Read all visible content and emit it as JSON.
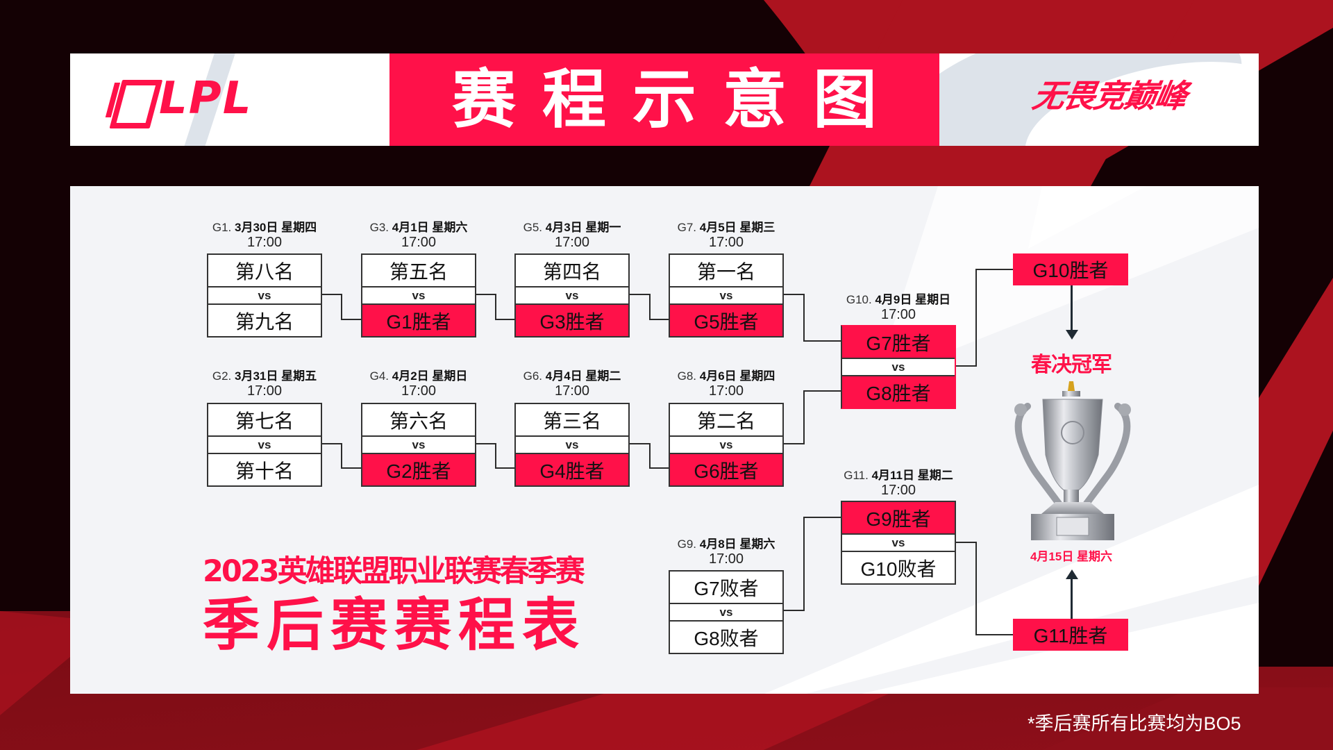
{
  "header": {
    "logo_text": "LPL",
    "title": "赛程示意图",
    "slogan": "无畏竞巅峰"
  },
  "colors": {
    "accent": "#ff1149",
    "background_dark": "#120003",
    "background_red": "#ac131f",
    "panel": "#f3f4f7",
    "line": "#2b2b2b"
  },
  "matches": {
    "g1": {
      "id": "G1.",
      "date": "3月30日 星期四",
      "time": "17:00",
      "team_a": "第八名",
      "vs": "vs",
      "team_b": "第九名"
    },
    "g2": {
      "id": "G2.",
      "date": "3月31日 星期五",
      "time": "17:00",
      "team_a": "第七名",
      "vs": "vs",
      "team_b": "第十名"
    },
    "g3": {
      "id": "G3.",
      "date": "4月1日 星期六",
      "time": "17:00",
      "team_a": "第五名",
      "vs": "vs",
      "team_b": "G1胜者"
    },
    "g4": {
      "id": "G4.",
      "date": "4月2日 星期日",
      "time": "17:00",
      "team_a": "第六名",
      "vs": "vs",
      "team_b": "G2胜者"
    },
    "g5": {
      "id": "G5.",
      "date": "4月3日 星期一",
      "time": "17:00",
      "team_a": "第四名",
      "vs": "vs",
      "team_b": "G3胜者"
    },
    "g6": {
      "id": "G6.",
      "date": "4月4日 星期二",
      "time": "17:00",
      "team_a": "第三名",
      "vs": "vs",
      "team_b": "G4胜者"
    },
    "g7": {
      "id": "G7.",
      "date": "4月5日 星期三",
      "time": "17:00",
      "team_a": "第一名",
      "vs": "vs",
      "team_b": "G5胜者"
    },
    "g8": {
      "id": "G8.",
      "date": "4月6日 星期四",
      "time": "17:00",
      "team_a": "第二名",
      "vs": "vs",
      "team_b": "G6胜者"
    },
    "g9": {
      "id": "G9.",
      "date": "4月8日 星期六",
      "time": "17:00",
      "team_a": "G7败者",
      "vs": "vs",
      "team_b": "G8败者"
    },
    "g10": {
      "id": "G10.",
      "date": "4月9日 星期日",
      "time": "17:00",
      "team_a": "G7胜者",
      "vs": "vs",
      "team_b": "G8胜者"
    },
    "g11": {
      "id": "G11.",
      "date": "4月11日 星期二",
      "time": "17:00",
      "team_a": "G9胜者",
      "vs": "vs",
      "team_b": "G10败者"
    }
  },
  "final": {
    "top_team": "G10胜者",
    "bottom_team": "G11胜者",
    "title": "春决冠军",
    "date": "4月15日 星期六"
  },
  "subtitle": {
    "line1": "2023英雄联盟职业联赛春季赛",
    "line2": "季后赛赛程表"
  },
  "footnote": "*季后赛所有比赛均为BO5"
}
